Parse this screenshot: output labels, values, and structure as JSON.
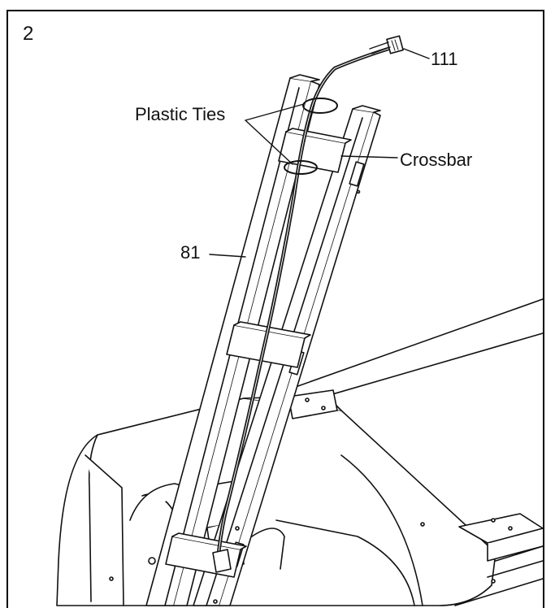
{
  "step_number": "2",
  "callouts": {
    "part_111": "111",
    "plastic_ties": "Plastic Ties",
    "crossbar": "Crossbar",
    "part_81": "81"
  },
  "colors": {
    "line": "#111111",
    "cable": "#1a1a1a",
    "background": "#ffffff"
  }
}
